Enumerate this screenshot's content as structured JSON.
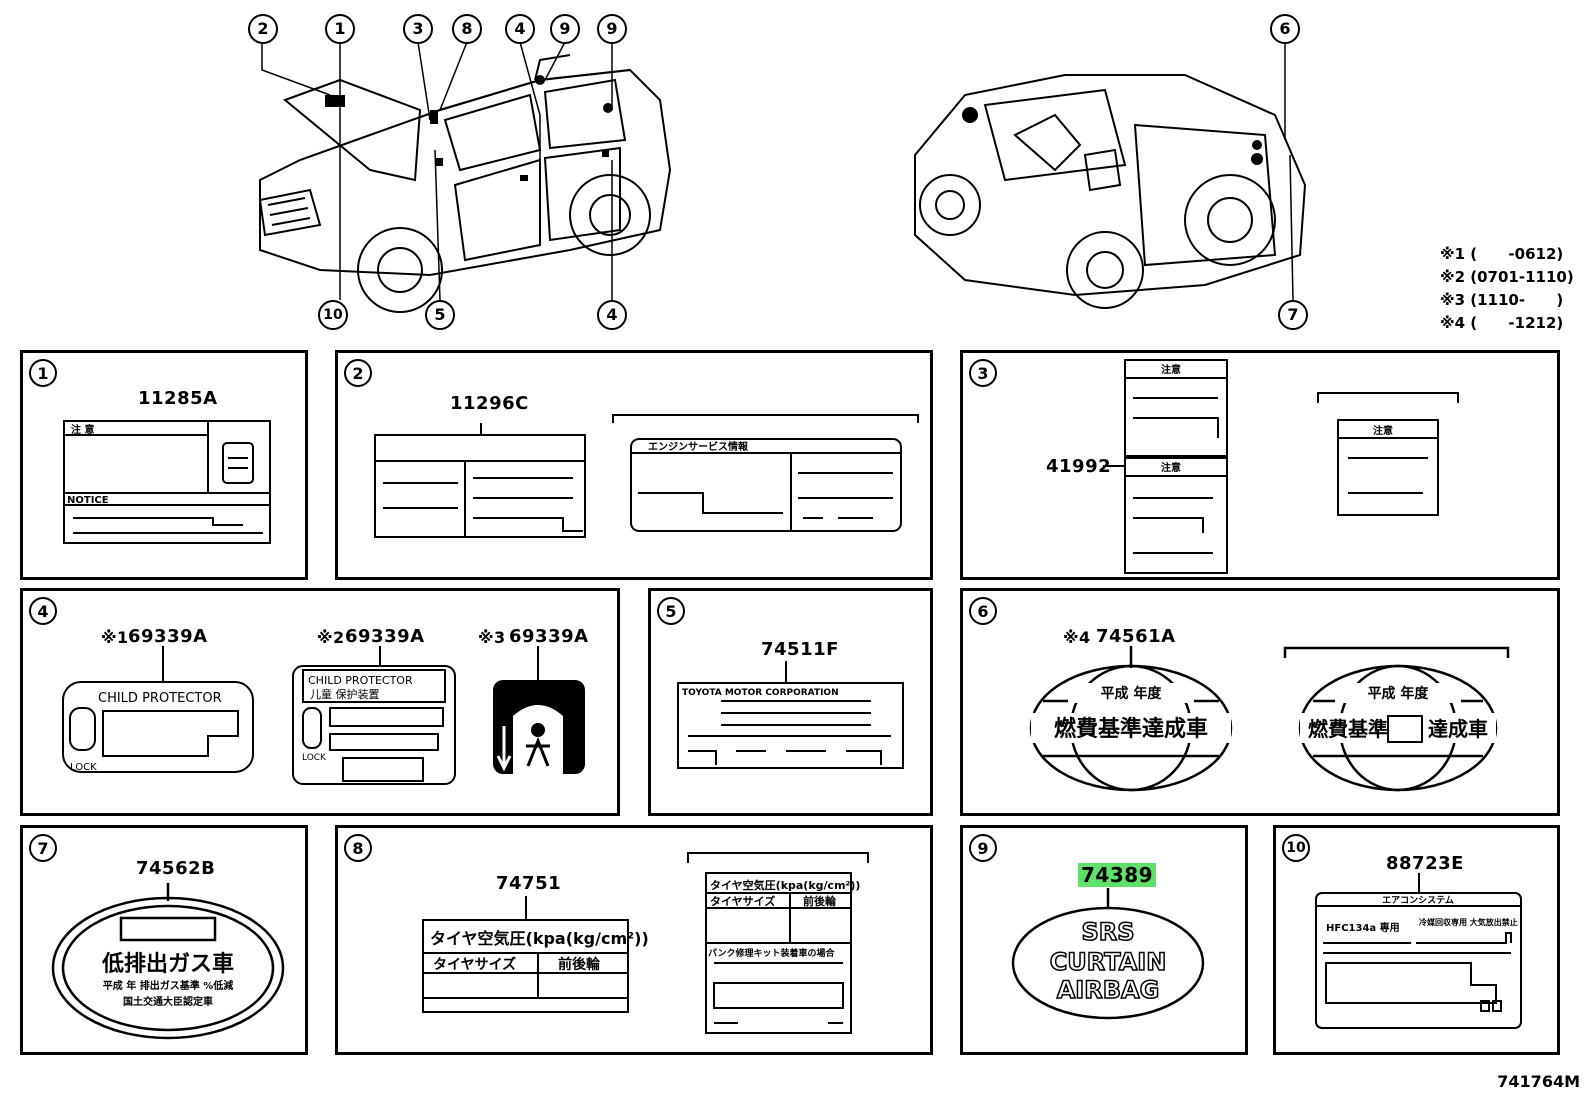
{
  "callouts_left": [
    "2",
    "1",
    "3",
    "8",
    "4",
    "9",
    "9",
    "10",
    "5",
    "4"
  ],
  "callouts_right": [
    "6",
    "7"
  ],
  "notes": [
    "※1 (      -0612)",
    "※2 (0701-1110)",
    "※3 (1110-      )",
    "※4 (      -1212)"
  ],
  "panels": {
    "p1": {
      "num": "1",
      "part": "11285A",
      "warn_head": "注 意",
      "notice": "NOTICE"
    },
    "p2": {
      "num": "2",
      "part": "11296C",
      "alt_head": "エンジンサービス情報"
    },
    "p3": {
      "num": "3",
      "part": "41992",
      "warn_small": "注意"
    },
    "p4": {
      "num": "4",
      "a_mark": "※1",
      "a_part": "69339A",
      "a_title": "CHILD  PROTECTOR",
      "a_lock": "LOCK",
      "b_mark": "※2",
      "b_part": "69339A",
      "b_title1": "CHILD PROTECTOR",
      "b_title2": "儿童 保护装置",
      "b_lock": "LOCK",
      "c_mark": "※3",
      "c_part": "69339A"
    },
    "p5": {
      "num": "5",
      "part": "74511F",
      "maker": "TOYOTA MOTOR CORPORATION"
    },
    "p6": {
      "num": "6",
      "mark": "※4",
      "part": "74561A",
      "line1": "平成 年度",
      "line2": "燃費基準達成車",
      "alt_line1": "平成 年度",
      "alt_line2a": "燃費基準",
      "alt_line2b": "達成車"
    },
    "p7": {
      "num": "7",
      "part": "74562B",
      "main": "低排出ガス車",
      "sub": "平成 年 排出ガス基準  %低減",
      "auth": "国土交通大臣認定車"
    },
    "p8": {
      "num": "8",
      "part": "74751",
      "head": "タイヤ空気圧(kpa(kg/cm²))",
      "col1": "タイヤサイズ",
      "col2": "前後輪",
      "alt_head": "タイヤ空気圧(kpa(kg/cm²))",
      "alt_col1": "タイヤサイズ",
      "alt_col2": "前後輪",
      "alt_note": "パンク修理キット装着車の場合"
    },
    "p9": {
      "num": "9",
      "part": "74389",
      "l1": "SRS",
      "l2": "CURTAIN",
      "l3": "AIRBAG"
    },
    "p10": {
      "num": "10",
      "part": "88723E",
      "head": "エアコンシステム",
      "ref": "HFC134a  専用",
      "warn": "冷媒回収専用 大気放出禁止"
    }
  },
  "diagram_id": "741764M",
  "colors": {
    "highlight": "#5ee06a",
    "ink": "#000000"
  }
}
